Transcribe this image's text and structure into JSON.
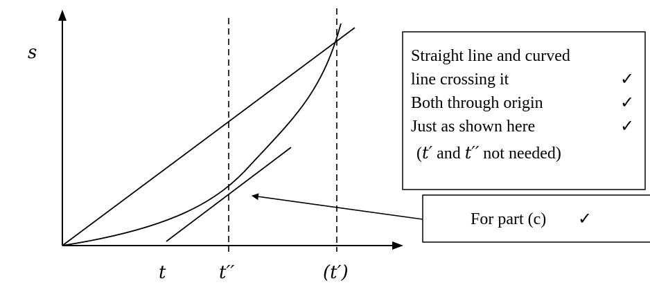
{
  "diagram": {
    "y_axis_label": "s",
    "x_tick_labels": {
      "t": "t",
      "t_double_prime": "t′′",
      "t_prime_paren": "(t′)"
    },
    "mark_scheme_box": {
      "lines": [
        {
          "text": "Straight line and curved",
          "tick": ""
        },
        {
          "text": "line crossing it",
          "tick": "✓"
        },
        {
          "text": "Both through origin",
          "tick": "✓"
        },
        {
          "text": "Just as shown here",
          "tick": "✓"
        }
      ],
      "note": {
        "open": "(",
        "t_prime": "t′",
        "and": " and ",
        "t_double_prime": "t′′",
        "rest": " not needed)"
      }
    },
    "part_c_box": {
      "label": "For part (c)",
      "tick": "✓"
    }
  }
}
